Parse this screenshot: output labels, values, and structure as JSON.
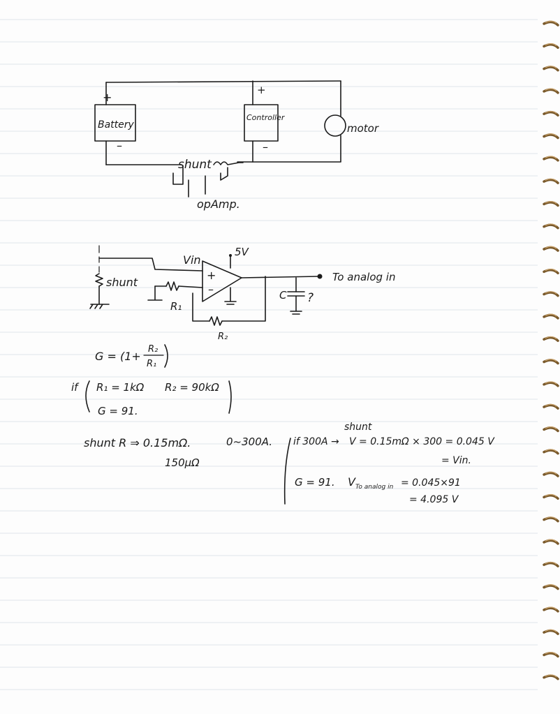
{
  "circuit": {
    "battery_label": "Battery",
    "battery_plus": "+",
    "battery_minus": "–",
    "controller_label": "Controller",
    "controller_plus": "+",
    "controller_minus": "–",
    "motor_label": "motor",
    "shunt_label": "shunt",
    "op_amp_label": "opAmp."
  },
  "amplifier": {
    "shunt_label": "shunt",
    "vin_label": "Vin",
    "supply_label": "5V",
    "plus_sign": "+",
    "minus_sign": "–",
    "r1_label": "R₁",
    "r2_label": "R₂",
    "cap_label": "C",
    "cap_question": "?",
    "output_label": "To analog in"
  },
  "notes": {
    "gain_formula": "G = (1+ R₂/R₁)",
    "gain_num": "R₂",
    "gain_den": "R₁",
    "if_label": "if",
    "r1_value": "R₁ = 1kΩ",
    "r2_value": "R₂ = 90kΩ",
    "gain_value": "G = 91.",
    "shunt_r": "shunt R ⇒ 0.15mΩ.",
    "shunt_micro": "150μΩ",
    "current_range": "0~300A.",
    "if_300a": "if 300A →",
    "shunt_word": "shunt",
    "v_calc": "V = 0.15mΩ × 300 = 0.045 V",
    "vin_eq": "= Vin.",
    "g91": "G = 91.",
    "v_analog": "V",
    "v_analog_sub": "To analog in",
    "v_analog_calc": "= 0.045×91",
    "v_result": "= 4.095 V"
  }
}
